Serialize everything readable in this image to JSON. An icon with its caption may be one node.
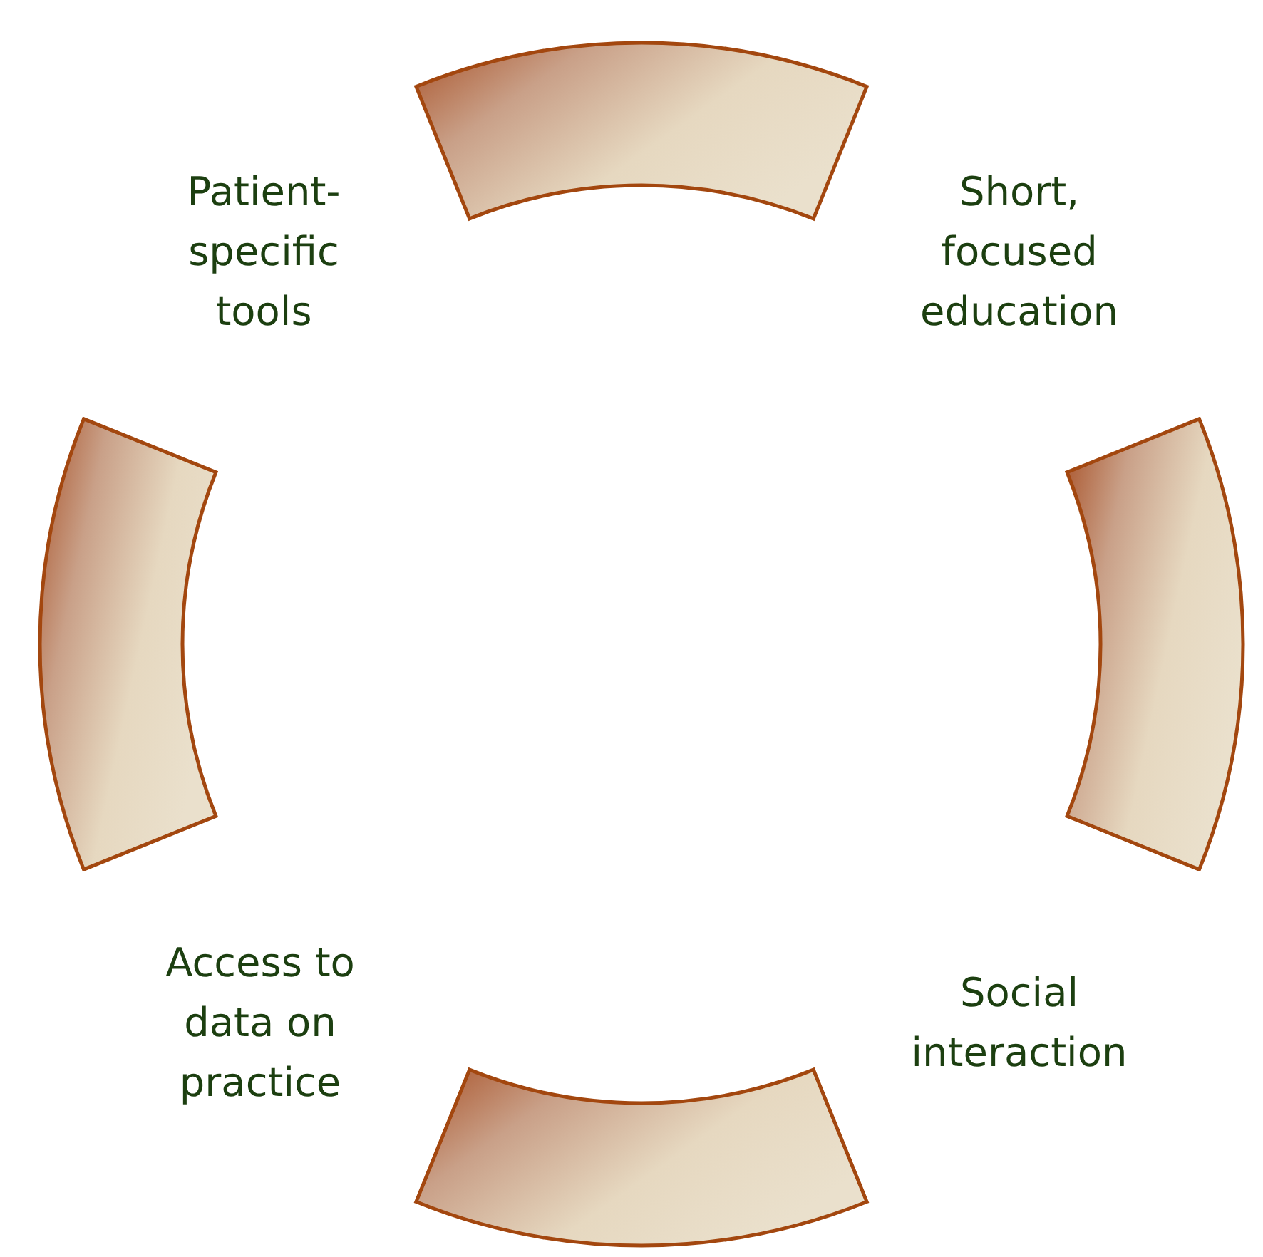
{
  "diagram": {
    "nodes": [
      {
        "text": [],
        "shape": "band"
      },
      {
        "text": [],
        "shape": "band"
      },
      {
        "text": [],
        "shape": "band"
      },
      {
        "text": [],
        "shape": "band"
      }
    ],
    "labels": [
      "Patient- specific tools",
      "Short, focused education",
      "Access to data on practice",
      "Social interaction"
    ]
  }
}
